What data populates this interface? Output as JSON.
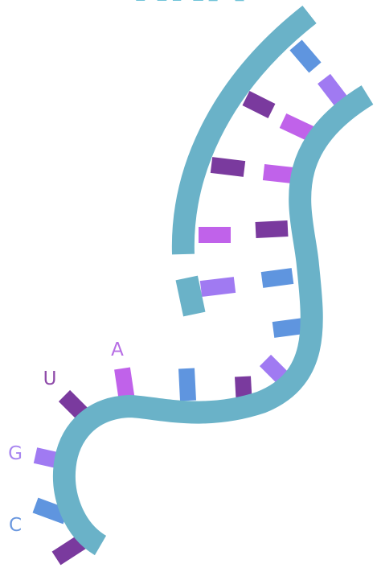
{
  "title": "RNA",
  "colors": {
    "title": "#6fc3d8",
    "backbone": "#6ab2c8",
    "base_dark_purple": "#7a3a9e",
    "base_magenta": "#c062ea",
    "base_lavender": "#a07af2",
    "base_blue": "#5f95df"
  },
  "base_labels": [
    {
      "letter": "A",
      "color": "#b76ee5"
    },
    {
      "letter": "U",
      "color": "#8e4aa9"
    },
    {
      "letter": "G",
      "color": "#a886f0"
    },
    {
      "letter": "C",
      "color": "#6b98df"
    }
  ]
}
